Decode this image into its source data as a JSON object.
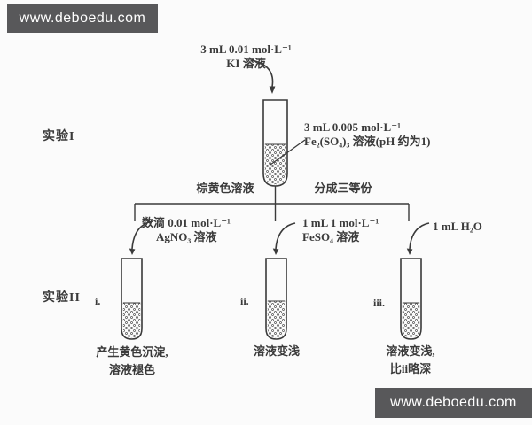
{
  "watermark": {
    "top_text": "www.deboedu.com",
    "bottom_text": "www.deboedu.com"
  },
  "colors": {
    "banner_bg": "#58585a",
    "banner_text": "#ffffff",
    "line_ink": "#3a3a3a",
    "background": "#fbfbfb"
  },
  "experiment1": {
    "label": "实验I",
    "reagent_top": {
      "line1": "3 mL 0.01 mol·L⁻¹",
      "line2": "KI 溶液"
    },
    "reagent_side": {
      "line1": "3 mL 0.005 mol·L⁻¹",
      "line2": "Fe₂(SO₄)₃ 溶液(pH 约为1)"
    },
    "intermediate_left": "棕黄色溶液",
    "intermediate_right": "分成三等份"
  },
  "experiment2": {
    "label": "实验II",
    "branches": [
      {
        "reagent_line1": "数滴 0.01 mol·L⁻¹",
        "reagent_line2": "AgNO₃ 溶液",
        "tube_label": "i.",
        "result_line1": "产生黄色沉淀,",
        "result_line2": "溶液褪色"
      },
      {
        "reagent_line1": "1 mL 1 mol·L⁻¹",
        "reagent_line2": "FeSO₄ 溶液",
        "tube_label": "ii.",
        "result_line1": "溶液变浅",
        "result_line2": ""
      },
      {
        "reagent_line1": "1 mL H₂O",
        "reagent_line2": "",
        "tube_label": "iii.",
        "result_line1": "溶液变浅,",
        "result_line2": "比ii略深"
      }
    ]
  }
}
